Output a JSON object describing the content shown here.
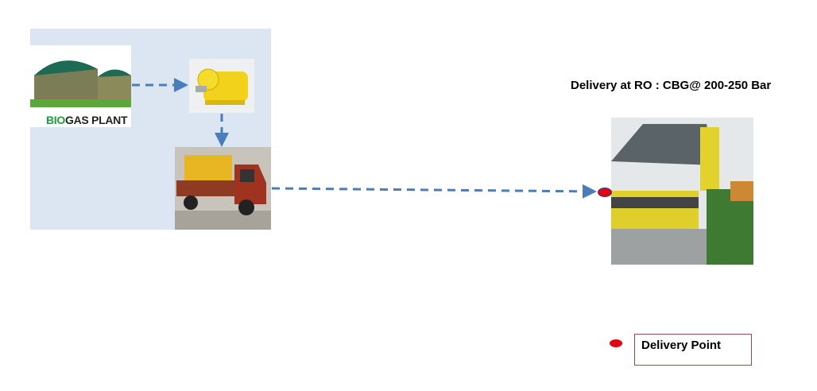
{
  "plant_label": {
    "bio": "BIO",
    "rest": "GAS PLANT"
  },
  "title": "Delivery at RO : CBG@ 200-250 Bar",
  "legend": {
    "label": "Delivery Point"
  },
  "colors": {
    "panel": "#dce5f2",
    "arrow": "#4a7ebb",
    "marker": "#e4000f"
  }
}
